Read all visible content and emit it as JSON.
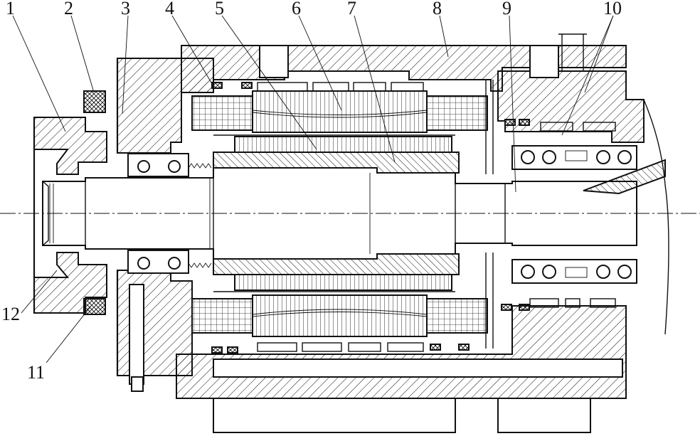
{
  "figure": {
    "part_labels": [
      "1",
      "2",
      "3",
      "4",
      "5",
      "6",
      "7",
      "8",
      "9",
      "10",
      "11",
      "12"
    ],
    "colors": {
      "ink": "#111111",
      "paper": "#ffffff"
    }
  }
}
